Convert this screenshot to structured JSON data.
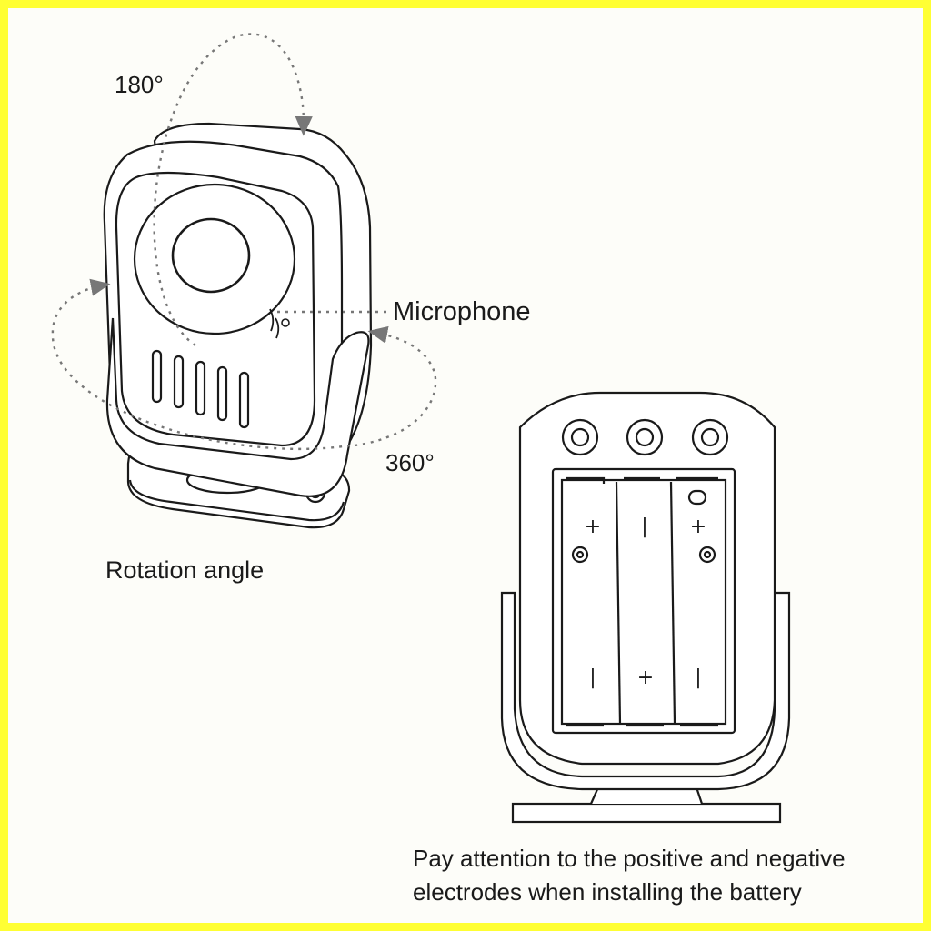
{
  "labels": {
    "angle_vertical": "180°",
    "angle_horizontal": "360°",
    "microphone": "Microphone",
    "rotation_caption": "Rotation angle",
    "battery_note_line1": "Pay attention to the positive and negative",
    "battery_note_line2": "electrodes when installing the battery"
  },
  "battery_markings": [
    "+",
    "|",
    "+",
    "|",
    "+",
    "|"
  ],
  "colors": {
    "border": "#ffff33",
    "background": "#fdfdf9",
    "line": "#1a1a1a",
    "arrow": "#777777"
  }
}
